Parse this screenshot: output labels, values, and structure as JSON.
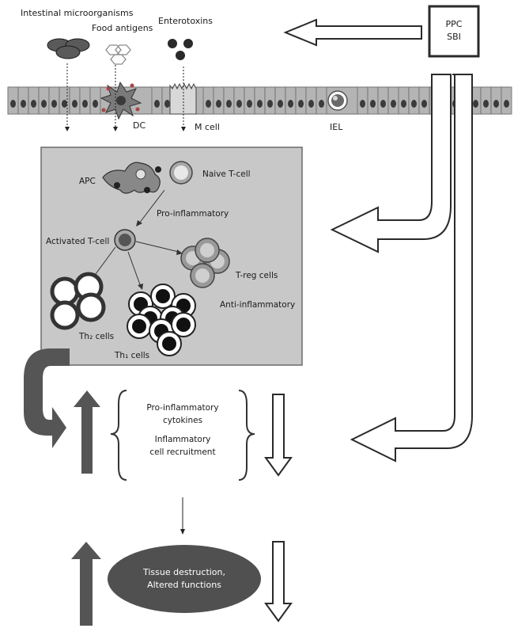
{
  "top_labels": {
    "microorganisms": "Intestinal microorganisms",
    "food_antigens": "Food antigens",
    "enterotoxins": "Enterotoxins"
  },
  "ppc_box": {
    "line1": "PPC",
    "line2": "SBI"
  },
  "epithelium_labels": {
    "dc": "DC",
    "m_cell": "M cell",
    "iel": "IEL"
  },
  "immune_box": {
    "apc": "APC",
    "naive_tcell": "Naive T-cell",
    "pro_inflammatory": "Pro-inflammatory",
    "activated_tcell": "Activated T-cell",
    "treg": "T-reg cells",
    "anti_inflammatory": "Anti-inflammatory",
    "th2": "Th₂ cells",
    "th1": "Th₁ cells"
  },
  "cytokine_block": {
    "line1": "Pro-inflammatory",
    "line2": "cytokines",
    "line3": "Inflammatory",
    "line4": "cell recruitment"
  },
  "tissue": {
    "line1": "Tissue destruction,",
    "line2": "Altered functions"
  },
  "colors": {
    "box_fill": "#c8c8c8",
    "arrow_dark": "#555555",
    "ellipse_fill": "#505050",
    "epithelium_fill": "#b4b4b4",
    "nucleus_fill": "#3a3a3a"
  }
}
